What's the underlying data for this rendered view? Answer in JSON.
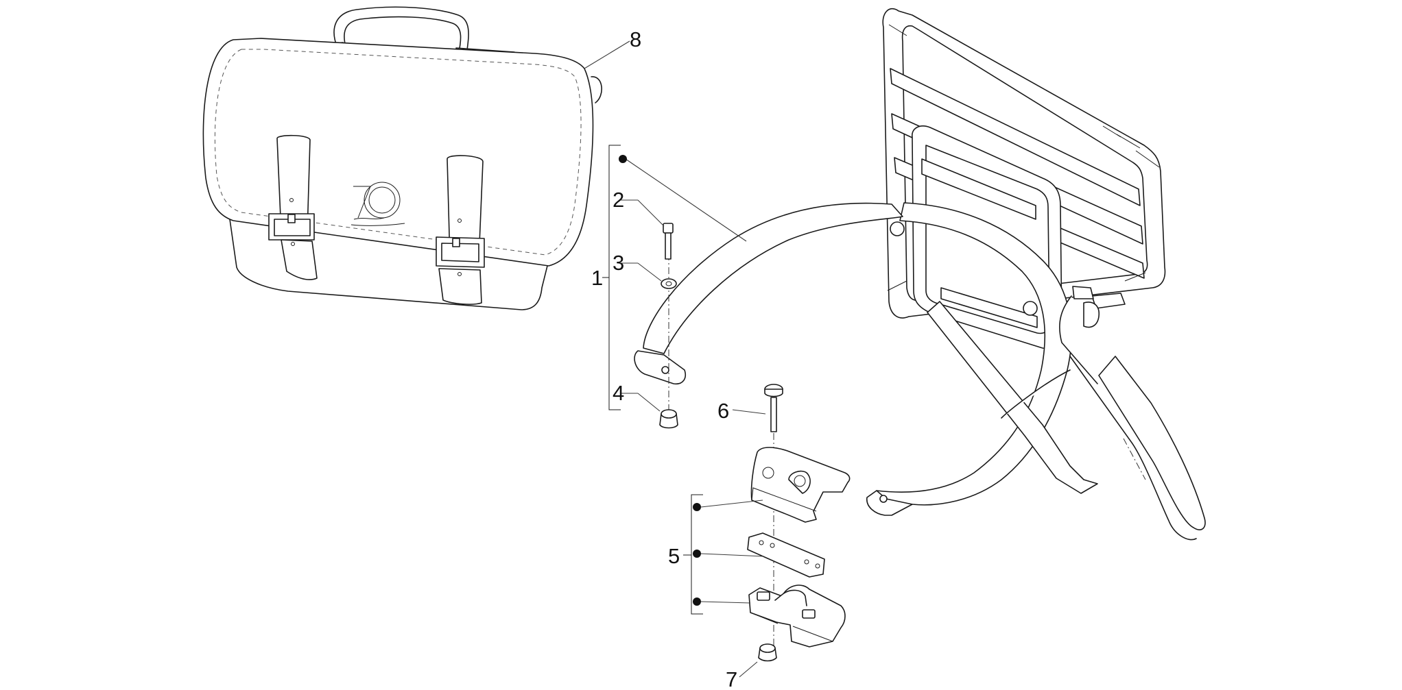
{
  "callouts": {
    "c1": "1",
    "c2": "2",
    "c3": "3",
    "c4": "4",
    "c5": "5",
    "c6": "6",
    "c7": "7",
    "c8": "8"
  },
  "colors": {
    "line": "#1a1a1a",
    "background": "#ffffff"
  }
}
